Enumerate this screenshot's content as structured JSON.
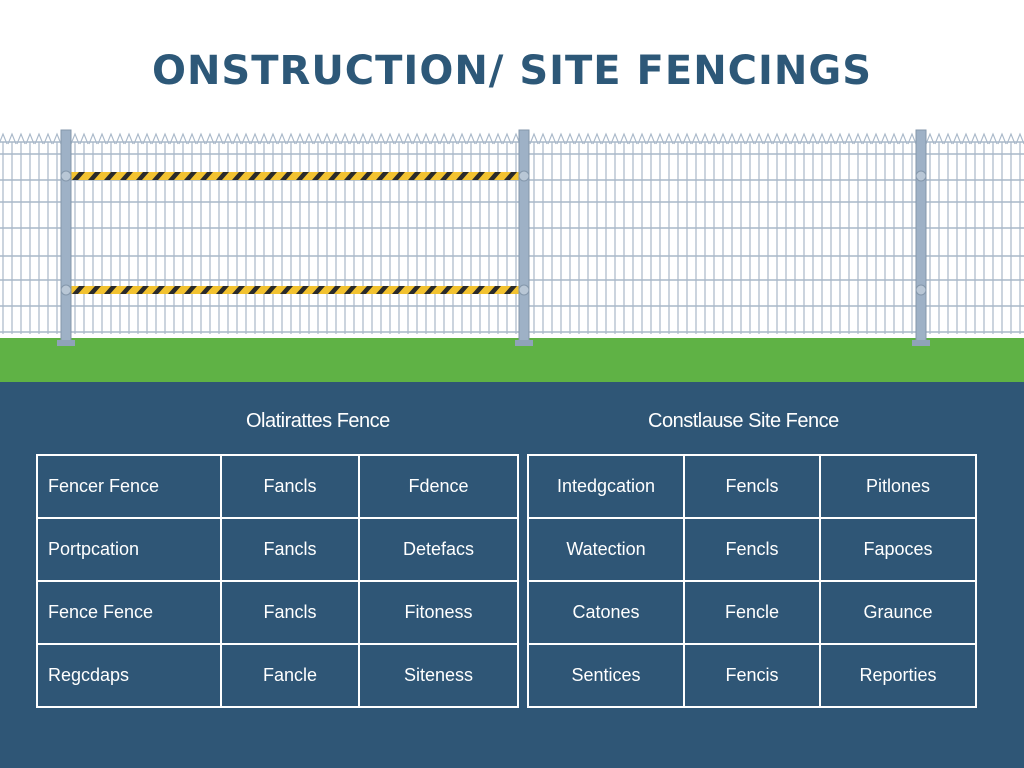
{
  "page_title": "ONSTRUCTION/ SITE FENCINGS",
  "colors": {
    "title": "#2d5878",
    "panel_background": "#2f5676",
    "grass": "#5fb245",
    "fence_wire": "#a9b8c9",
    "fence_post": "#9eb1c6",
    "hazard_yellow": "#f2c230",
    "hazard_dark": "#2a2a2a"
  },
  "tables": [
    {
      "title": "Olatirattes Fence",
      "rows": [
        [
          "Fencer Fence",
          "Fancls",
          "Fdence"
        ],
        [
          "Portpcation",
          "Fancls",
          "Detefacs"
        ],
        [
          "Fence Fence",
          "Fancls",
          "Fitoness"
        ],
        [
          "Regcdaps",
          "Fancle",
          "Siteness"
        ]
      ]
    },
    {
      "title": "Constlause Site Fence",
      "rows": [
        [
          "Intedgcation",
          "Fencls",
          "Pitlones"
        ],
        [
          "Watection",
          "Fencls",
          "Fapoces"
        ],
        [
          "Catones",
          "Fencle",
          "Graunce"
        ],
        [
          "Sentices",
          "Fencis",
          "Reporties"
        ]
      ]
    }
  ]
}
